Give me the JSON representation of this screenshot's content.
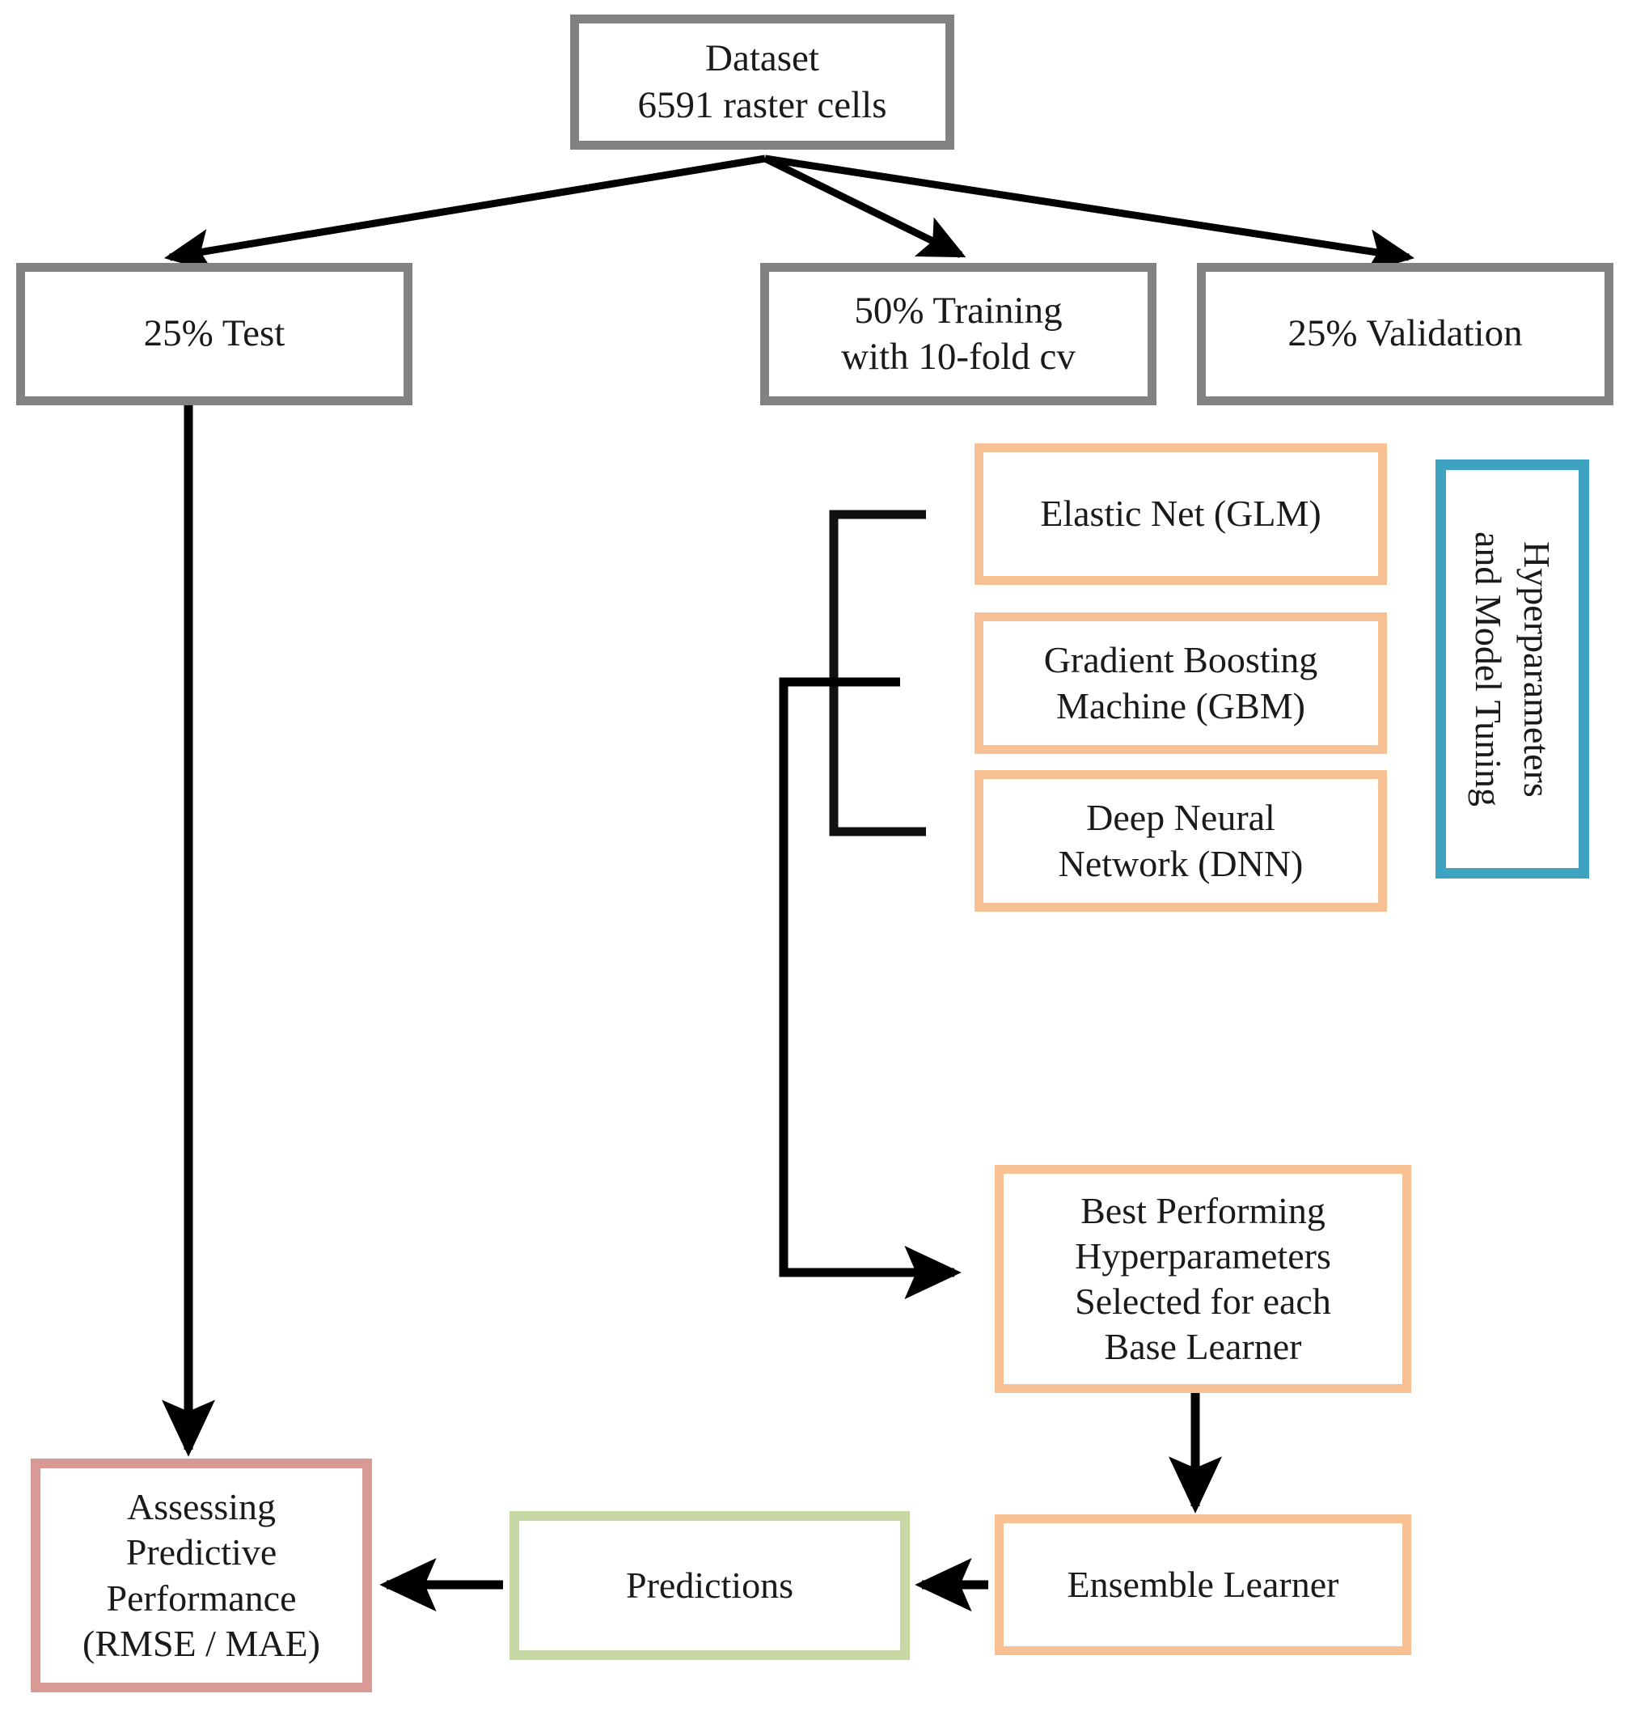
{
  "diagram": {
    "title": "Machine learning model workflow flowchart",
    "colors": {
      "gray_border": "#828282",
      "orange_border": "#f7c194",
      "blue_border": "#3ea3c1",
      "red_border": "#d99a96",
      "green_border": "#c7d7a4",
      "arrow": "#000000",
      "background": "#ffffff",
      "text": "#1a1a1a"
    },
    "nodes": {
      "dataset": {
        "label": "Dataset\n6591 raster cells",
        "style": "gray"
      },
      "test_split": {
        "label": "25% Test",
        "style": "gray"
      },
      "training_split": {
        "label": "50% Training\nwith 10-fold cv",
        "style": "gray"
      },
      "validation_split": {
        "label": "25% Validation",
        "style": "gray"
      },
      "elastic_net": {
        "label": "Elastic Net (GLM)",
        "style": "orange"
      },
      "gbm": {
        "label": "Gradient Boosting\nMachine (GBM)",
        "style": "orange"
      },
      "dnn": {
        "label": "Deep Neural\nNetwork (DNN)",
        "style": "orange"
      },
      "tuning": {
        "label": "Hyperparameters\nand Model Tuning",
        "style": "blue",
        "orientation": "vertical"
      },
      "best_hyperparameters": {
        "label": "Best Performing\nHyperparameters\nSelected for each\nBase Learner",
        "style": "orange"
      },
      "ensemble_learner": {
        "label": "Ensemble Learner",
        "style": "orange"
      },
      "predictions": {
        "label": "Predictions",
        "style": "green"
      },
      "assessment": {
        "label": "Assessing\nPredictive\nPerformance\n(RMSE / MAE)",
        "style": "red"
      }
    },
    "edges": [
      {
        "name": "dataset-to-test",
        "from": "dataset",
        "to": "test_split",
        "kind": "arrow-diagonal"
      },
      {
        "name": "dataset-to-training",
        "from": "dataset",
        "to": "training_split",
        "kind": "arrow-diagonal"
      },
      {
        "name": "dataset-to-validation",
        "from": "dataset",
        "to": "validation_split",
        "kind": "arrow-diagonal"
      },
      {
        "name": "test-to-assessment",
        "from": "test_split",
        "to": "assessment",
        "kind": "arrow-vertical"
      },
      {
        "name": "bracket-base-learners",
        "from": "training_split",
        "to": "base-learners",
        "kind": "bracket"
      },
      {
        "name": "bracket-to-best-hyperparameters",
        "from": "base-learners",
        "to": "best_hyperparameters",
        "kind": "arrow-elbow"
      },
      {
        "name": "best-to-ensemble",
        "from": "best_hyperparameters",
        "to": "ensemble_learner",
        "kind": "arrow-vertical"
      },
      {
        "name": "ensemble-to-predictions",
        "from": "ensemble_learner",
        "to": "predictions",
        "kind": "arrow-left"
      },
      {
        "name": "predictions-to-assessment",
        "from": "predictions",
        "to": "assessment",
        "kind": "arrow-left"
      }
    ]
  }
}
